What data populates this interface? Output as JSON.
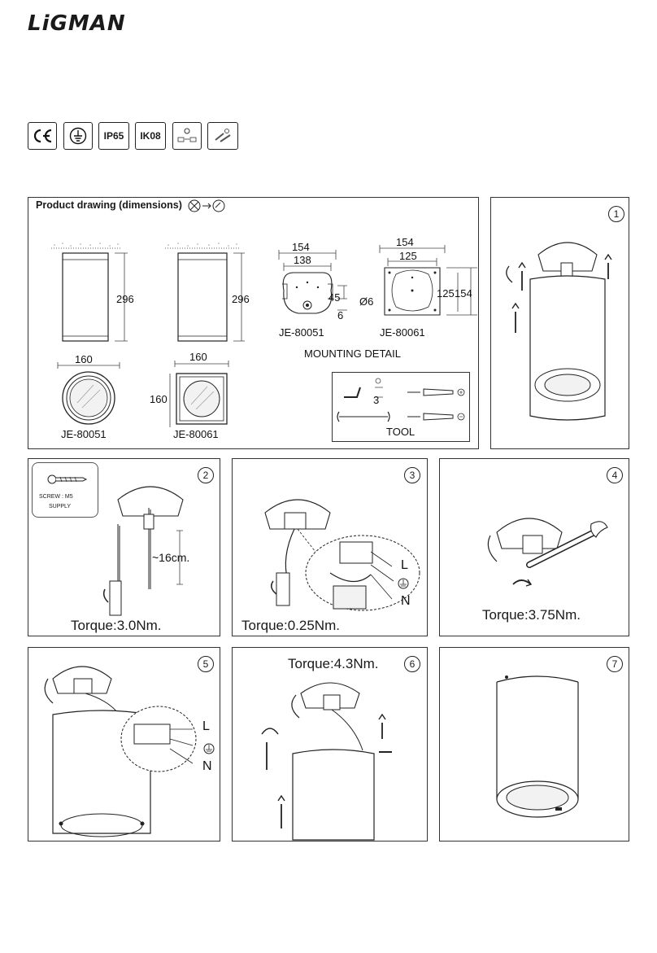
{
  "brand": "LiGMAN",
  "certifications": [
    {
      "label": "CE",
      "icon": "ce-mark-icon"
    },
    {
      "label": "",
      "icon": "earth-ground-icon"
    },
    {
      "label": "IP65",
      "icon": "ip65-badge"
    },
    {
      "label": "IK08",
      "icon": "ik08-badge"
    },
    {
      "label": "",
      "icon": "power-source-icon"
    },
    {
      "label": "",
      "icon": "tools-icon"
    }
  ],
  "product_drawing": {
    "title": "Product drawing (dimensions)",
    "height_label_1": "296",
    "height_label_2": "296",
    "top_width_outer": "154",
    "top_width_inner": "138",
    "dim_45": "45",
    "dim_6": "6",
    "model_a_label": "JE-80051",
    "model_b_label": "JE-80061",
    "right_width_outer": "154",
    "right_width_inner": "125",
    "right_h_a": "125",
    "right_h_b": "154",
    "hole_dia": "Ø6",
    "mounting_detail": "MOUNTING DETAIL",
    "bottom_dim_a": "160",
    "bottom_dim_b": "160",
    "bottom_dim_c": "160",
    "bottom_model_a": "JE-80051",
    "bottom_model_b": "JE-80061",
    "tool_dim": "3",
    "tool_label": "TOOL"
  },
  "steps": [
    {
      "number": "1",
      "torque": ""
    },
    {
      "number": "2",
      "torque": "Torque:3.0Nm.",
      "screw_note_1": "SCREW : M5",
      "screw_note_2": "SUPPLY",
      "cable_length": "~16cm."
    },
    {
      "number": "3",
      "torque": "Torque:0.25Nm.",
      "l": "L",
      "n": "N"
    },
    {
      "number": "4",
      "torque": "Torque:3.75Nm."
    },
    {
      "number": "5",
      "torque": "",
      "l": "L",
      "n": "N"
    },
    {
      "number": "6",
      "torque": "Torque:4.3Nm."
    },
    {
      "number": "7",
      "torque": ""
    }
  ]
}
